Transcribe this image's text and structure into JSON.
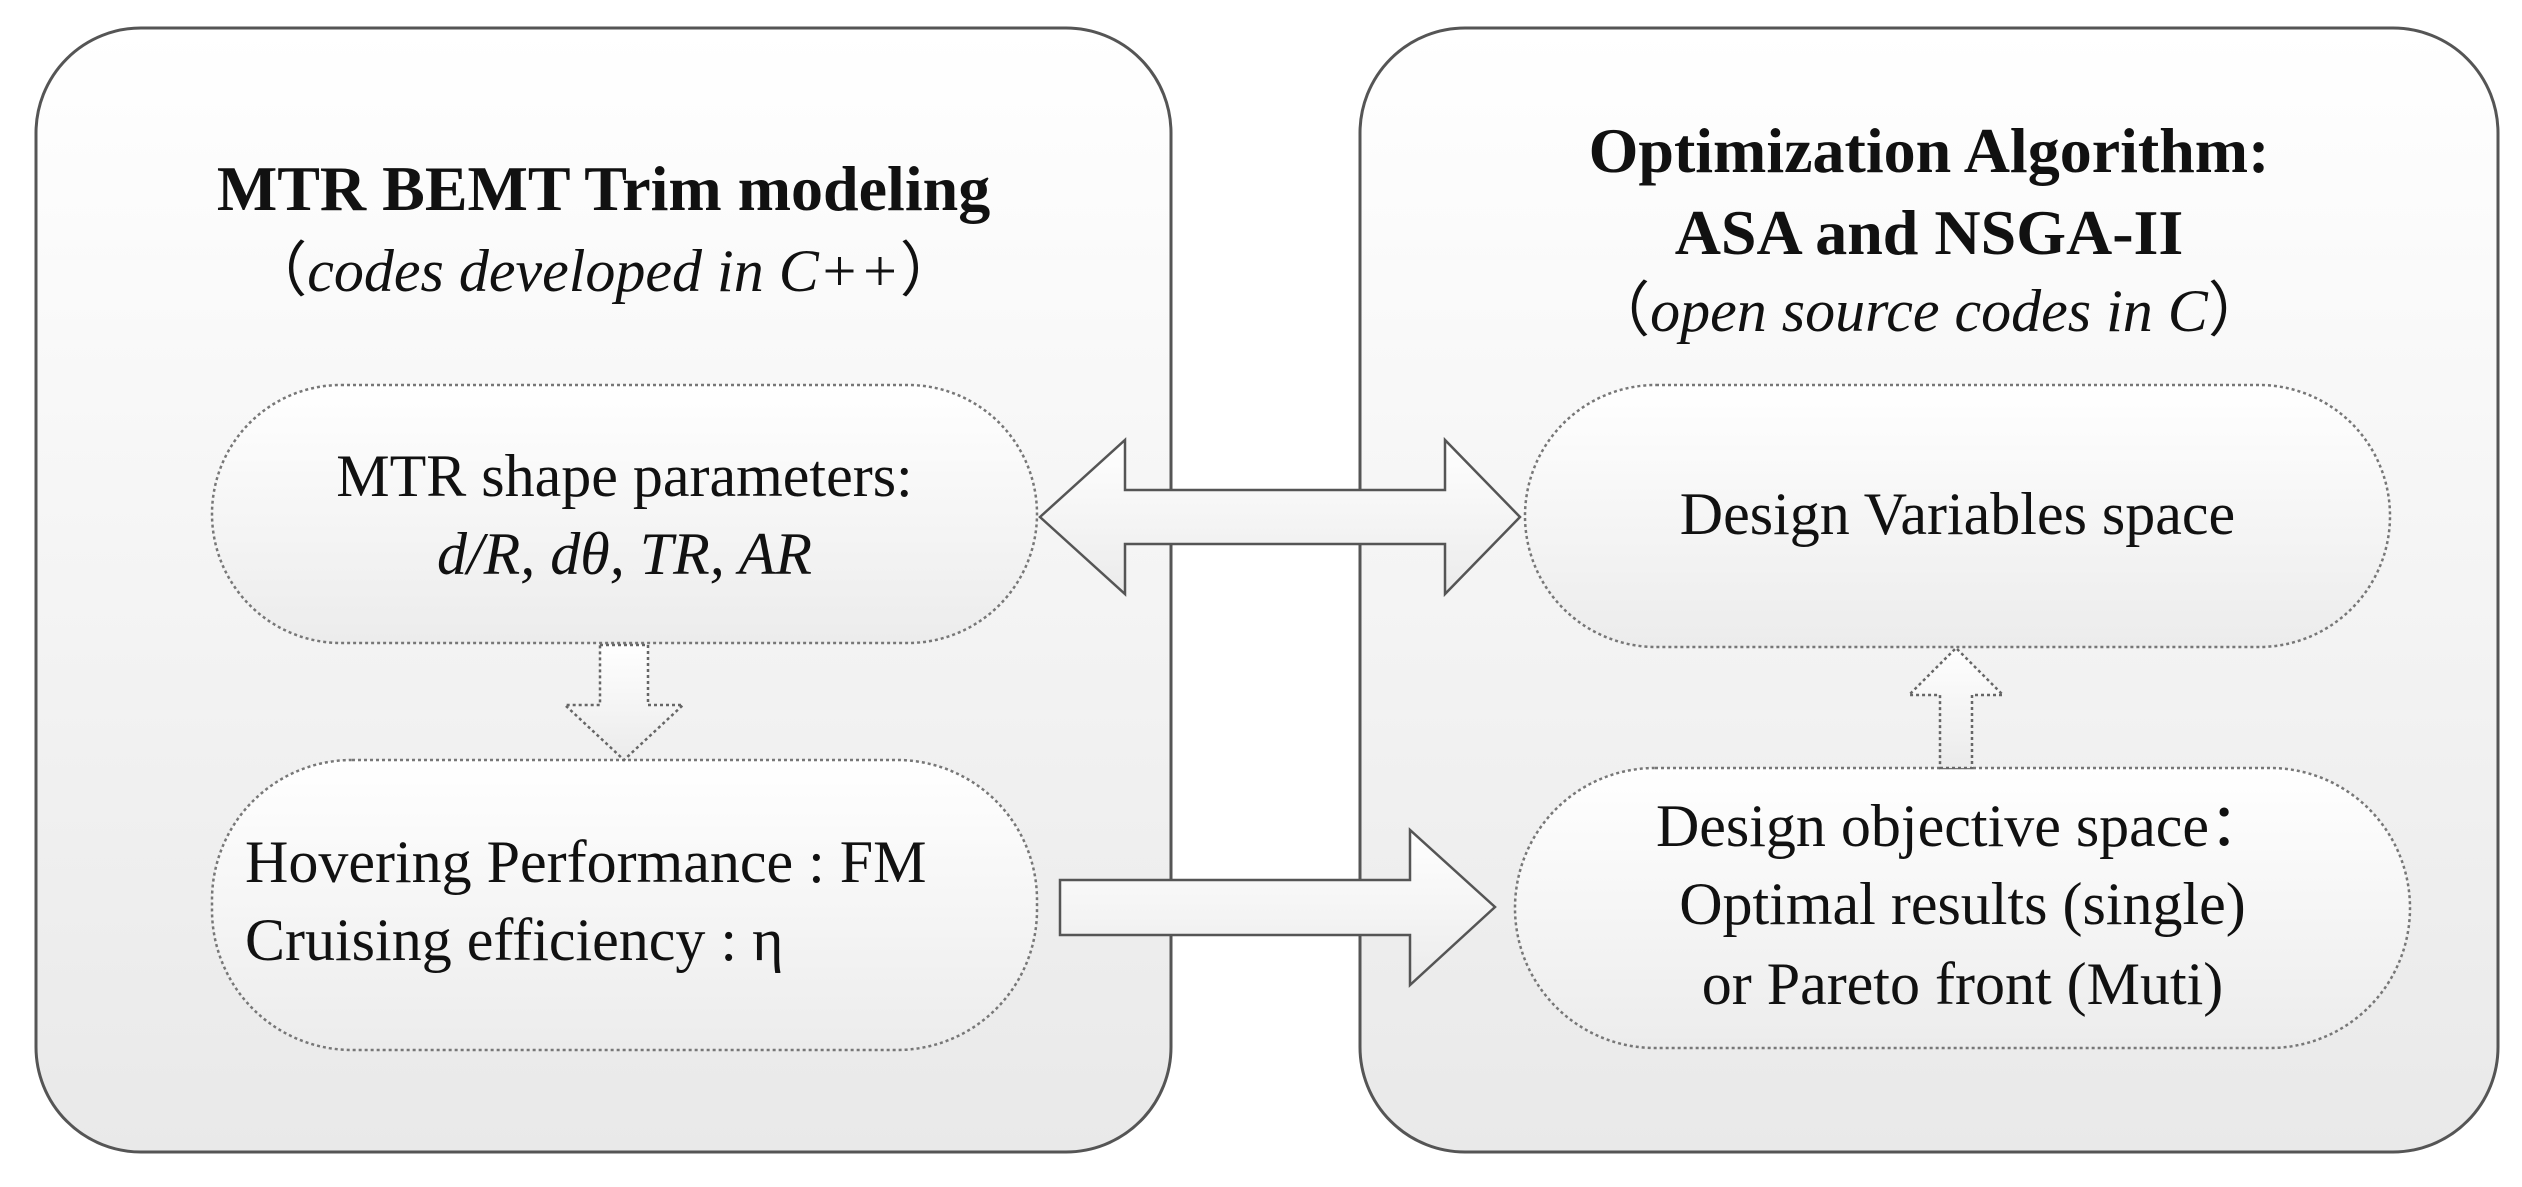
{
  "left_panel": {
    "title": "MTR BEMT Trim modeling",
    "subtitle_open": "（",
    "subtitle_text": "codes developed in C++",
    "subtitle_close": "）"
  },
  "right_panel": {
    "title_line1": "Optimization Algorithm:",
    "title_line2": "ASA and NSGA-II",
    "subtitle_open": "（",
    "subtitle_text": "open source codes in C",
    "subtitle_close": "）"
  },
  "nodes": {
    "shape_params": {
      "line1": "MTR shape parameters:",
      "line2": "d/R, dθ, TR, AR"
    },
    "performance": {
      "line1": "Hovering Performance : FM",
      "line2": "Cruising efficiency : η"
    },
    "design_variables": {
      "line1": "Design Variables space"
    },
    "design_objective": {
      "line1": "Design objective space：",
      "line2": "Optimal results (single)",
      "line3": "or Pareto front (Muti)"
    }
  },
  "colors": {
    "panel_border": "#555555",
    "node_border": "#777777",
    "arrow_stroke": "#555555",
    "text": "#111111"
  }
}
